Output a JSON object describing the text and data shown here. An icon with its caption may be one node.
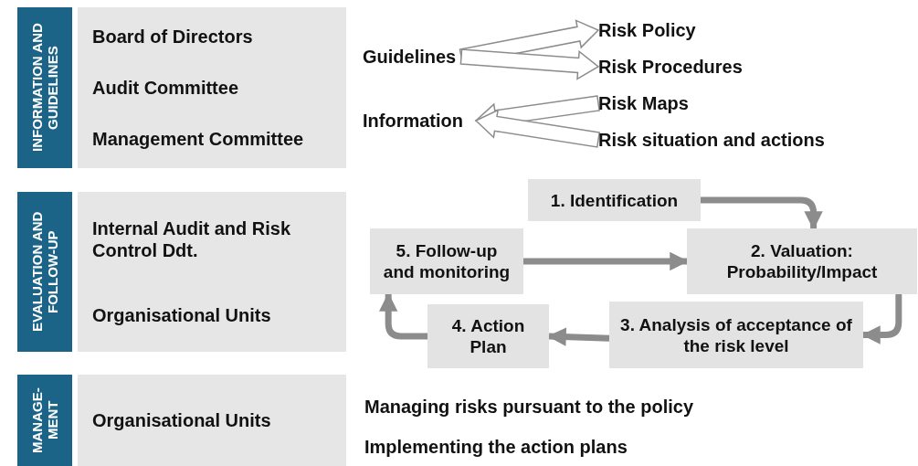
{
  "diagram": {
    "nodes": [
      {
        "text": [
          "INFORMATION AND GUIDELINES"
        ]
      },
      {
        "text": [
          "Board of Directors",
          "Audit Committee",
          "Management Committee"
        ]
      },
      {
        "text": [
          "Guidelines"
        ]
      },
      {
        "text": [
          "Risk Policy"
        ]
      },
      {
        "text": [
          "Risk Procedures"
        ]
      },
      {
        "text": [
          "Information"
        ]
      },
      {
        "text": [
          "Risk Maps"
        ]
      },
      {
        "text": [
          "Risk situation and actions"
        ]
      },
      {
        "text": [
          "EVALUATION AND FOLLOW-UP"
        ]
      },
      {
        "text": [
          "Internal Audit and Risk Control Ddt.",
          "Organisational Units"
        ]
      },
      {
        "text": [
          "1. Identification"
        ]
      },
      {
        "text": [
          "5. Follow-up and monitoring"
        ]
      },
      {
        "text": [
          "2. Valuation: Probability/Impact"
        ]
      },
      {
        "text": [
          "4. Action Plan"
        ]
      },
      {
        "text": [
          "3. Analysis of acceptance of the risk level"
        ]
      },
      {
        "text": [
          "MANAGE- MENT"
        ]
      },
      {
        "text": [
          "Organisational Units"
        ]
      }
    ],
    "edges": [
      {
        "from": 2,
        "to": 3,
        "arrow": "to",
        "style": "thick"
      },
      {
        "from": 2,
        "to": 4,
        "arrow": "to",
        "style": "thick"
      },
      {
        "from": 6,
        "to": 5,
        "arrow": "to",
        "style": "thick"
      },
      {
        "from": 7,
        "to": 5,
        "arrow": "to",
        "style": "thick"
      },
      {
        "from": 10,
        "to": 12,
        "arrow": "to"
      },
      {
        "from": 11,
        "to": 12,
        "arrow": "to"
      },
      {
        "from": 12,
        "to": 14,
        "arrow": "to"
      },
      {
        "from": 14,
        "to": 13,
        "arrow": "to"
      },
      {
        "from": 13,
        "to": 11,
        "arrow": "to"
      }
    ],
    "labels": [
      "Managing risks pursuant to the policy",
      "Implementing the action plans"
    ]
  }
}
